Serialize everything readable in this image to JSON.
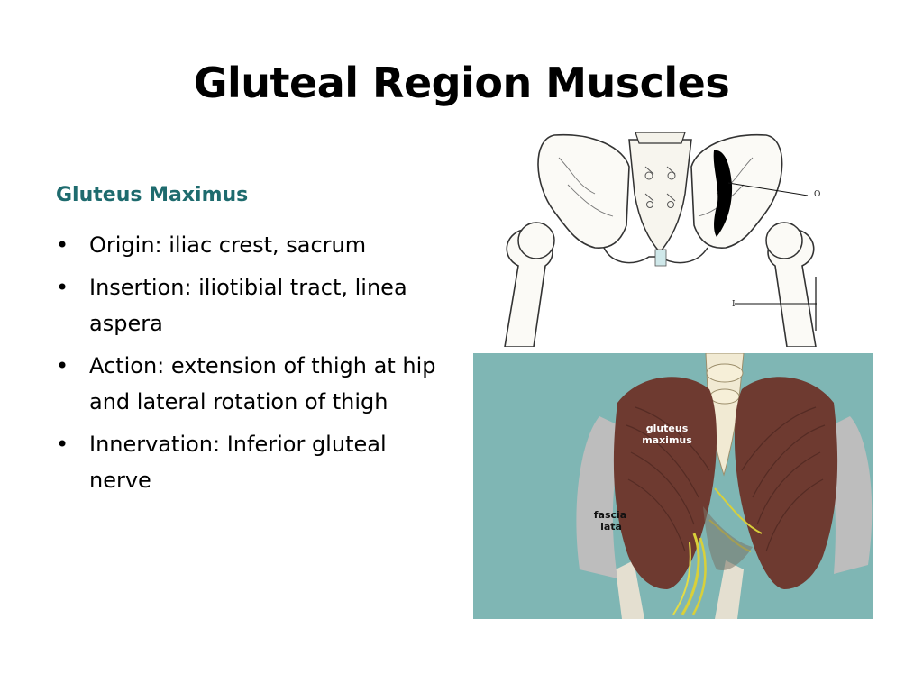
{
  "slide": {
    "title": "Gluteal Region Muscles"
  },
  "content": {
    "subheading": "Gluteus Maximus",
    "bullet_symbol": "•",
    "bullets": [
      "Origin: iliac crest, sacrum",
      "Insertion: iliotibial tract, linea aspera",
      "Action: extension of thigh at hip and lateral rotation of thigh",
      "Innervation: Inferior gluteal nerve"
    ]
  },
  "figures": {
    "pelvis_diagram": {
      "origin_label": "O",
      "insertion_label": "I"
    },
    "muscle_image": {
      "muscle_label_line1": "gluteus",
      "muscle_label_line2": "maximus",
      "fascia_label_line1": "fascia",
      "fascia_label_line2": "lata"
    }
  },
  "colors": {
    "subheading": "#1e6b6e",
    "title": "#000000",
    "muscle": "#6e3a30",
    "background_teal": "#7fb6b4",
    "fascia": "#bdbdbd",
    "bone": "#f2efe4"
  }
}
